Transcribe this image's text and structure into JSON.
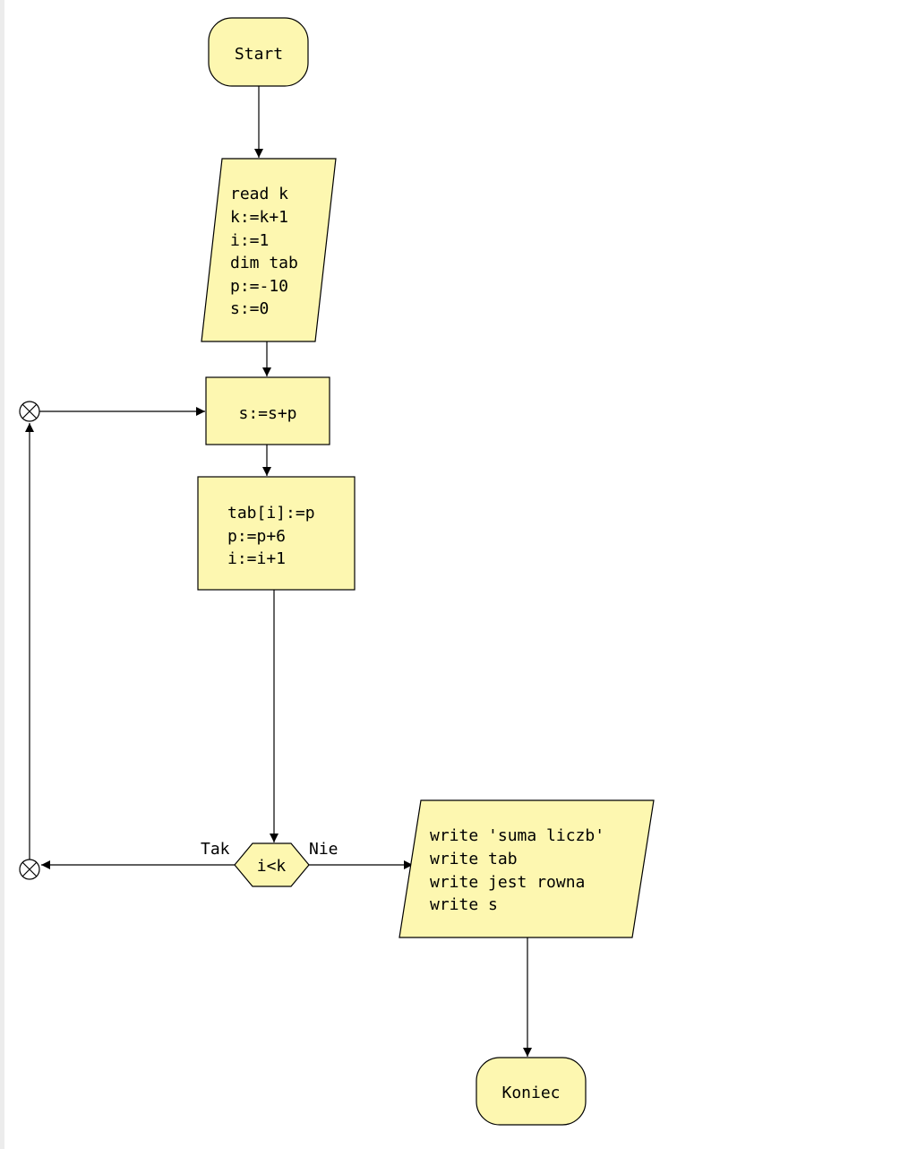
{
  "flowchart": {
    "start": {
      "label": "Start"
    },
    "input_block": {
      "lines": [
        "read k",
        "k:=k+1",
        "i:=1",
        "dim tab",
        "p:=-10",
        "s:=0"
      ]
    },
    "sum_block": {
      "label": "s:=s+p"
    },
    "update_block": {
      "lines": [
        "tab[i]:=p",
        "p:=p+6",
        "i:=i+1"
      ]
    },
    "decision": {
      "label": "i<k",
      "yes_label": "Tak",
      "no_label": "Nie"
    },
    "output_block": {
      "lines": [
        "write 'suma liczb'",
        "write tab",
        "write jest rowna",
        "write s"
      ]
    },
    "end": {
      "label": "Koniec"
    }
  },
  "colors": {
    "shape_fill": "#fdf7b0",
    "stroke": "#000000"
  }
}
